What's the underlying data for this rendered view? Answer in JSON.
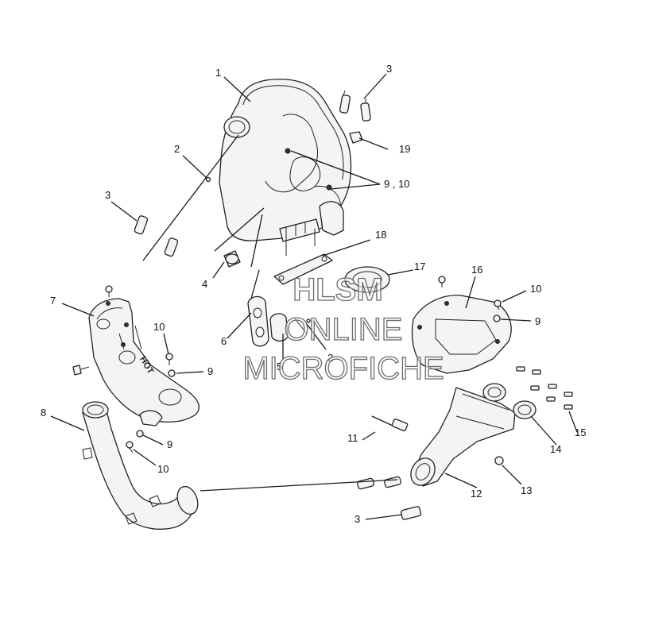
{
  "callouts": {
    "c1": "1",
    "c2a": "2",
    "c2b": "2",
    "c3a": "3",
    "c3b": "3",
    "c3c": "3",
    "c4": "4",
    "c5": "5",
    "c6": "6",
    "c7": "7",
    "c8": "8",
    "c9a": "9",
    "c9b": "9",
    "c9c": "9",
    "c910": "9 , 10",
    "c10a": "10",
    "c10b": "10",
    "c10c": "10",
    "c11": "11",
    "c12": "12",
    "c13": "13",
    "c14": "14",
    "c15": "15",
    "c16": "16",
    "c17": "17",
    "c18": "18",
    "c19": "19"
  },
  "watermark": {
    "line1": "HLSM",
    "line2": "ONLINE",
    "line3": "MICROFICHE"
  },
  "heat_shield_text": "HOT"
}
